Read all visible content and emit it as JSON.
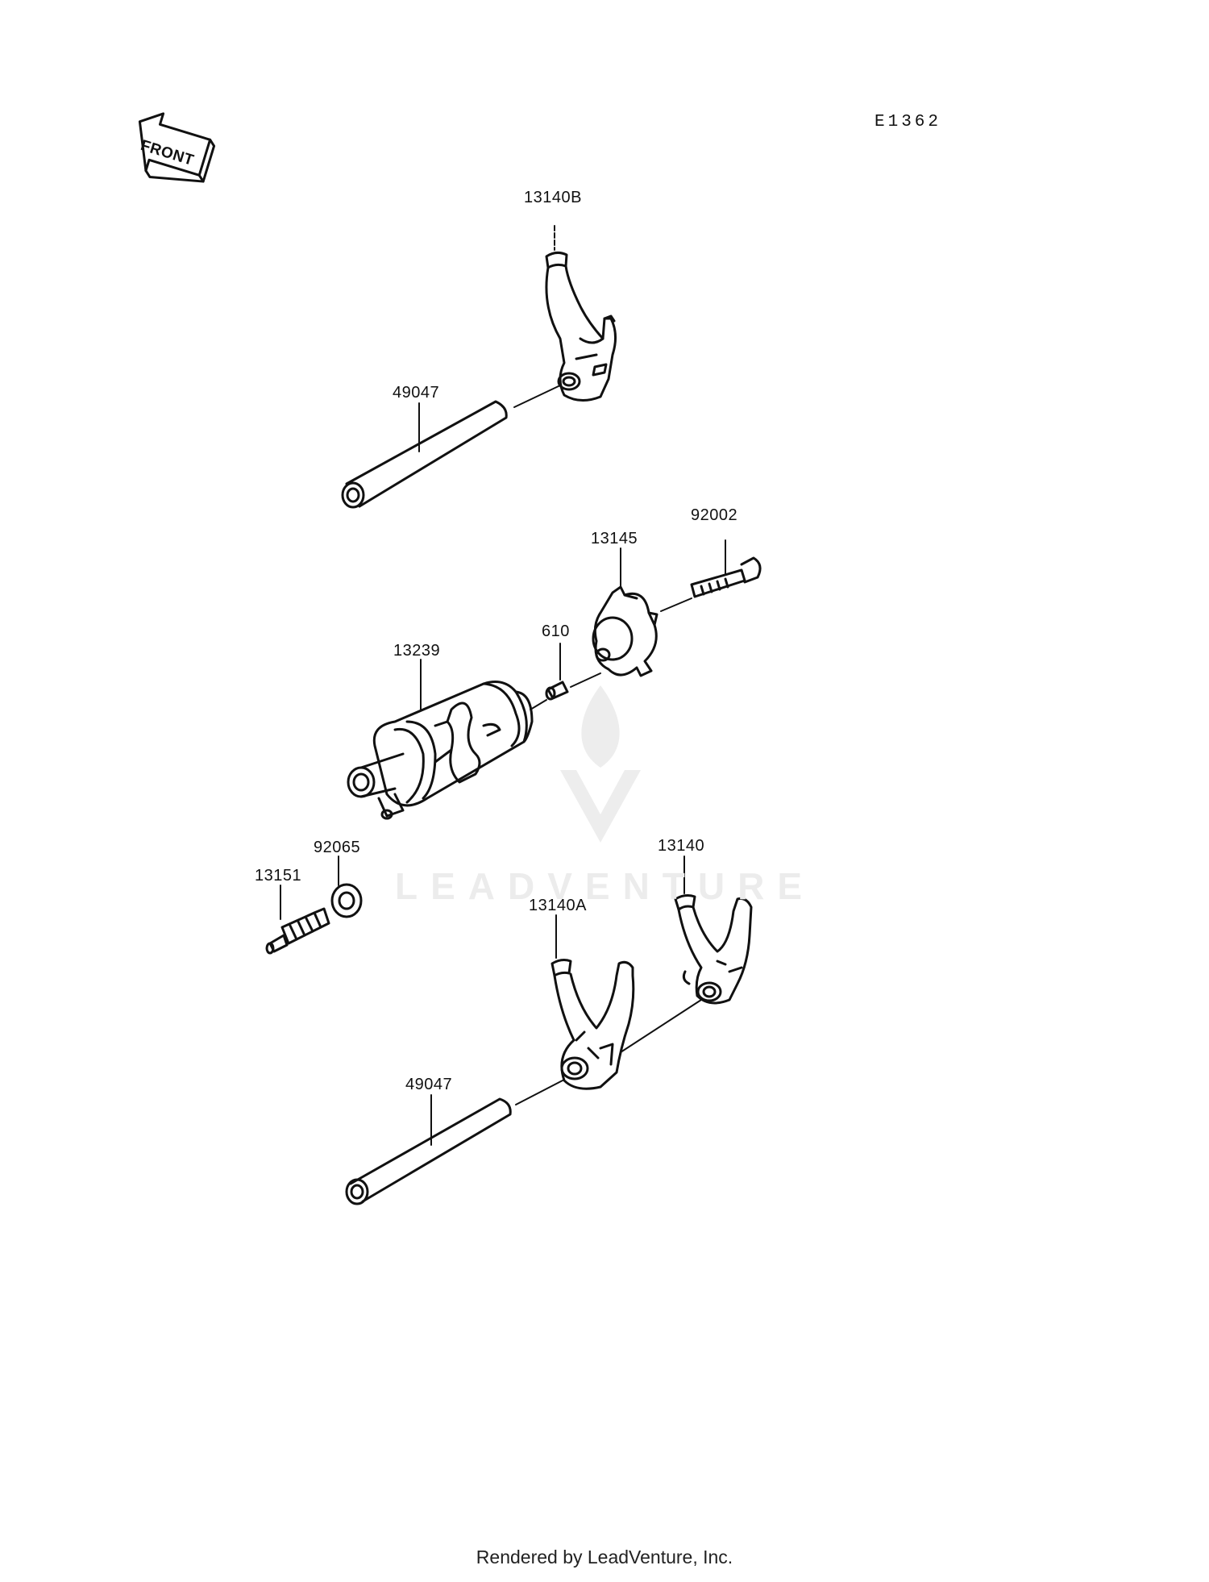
{
  "diagram_code": "E1362",
  "front_label": "FRONT",
  "watermark": "LEADVENTURE",
  "footer": "Rendered by LeadVenture, Inc.",
  "callouts": {
    "fork_top": "13140B",
    "shaft_top": "49047",
    "pin_bolt": "92002",
    "holder": "13145",
    "pin": "610",
    "drum": "13239",
    "washer": "92065",
    "neutral_switch": "13151",
    "fork_right": "13140",
    "fork_mid": "13140A",
    "shaft_bottom": "49047"
  },
  "colors": {
    "line": "#111111",
    "watermark": "#ececec",
    "background": "#ffffff"
  }
}
